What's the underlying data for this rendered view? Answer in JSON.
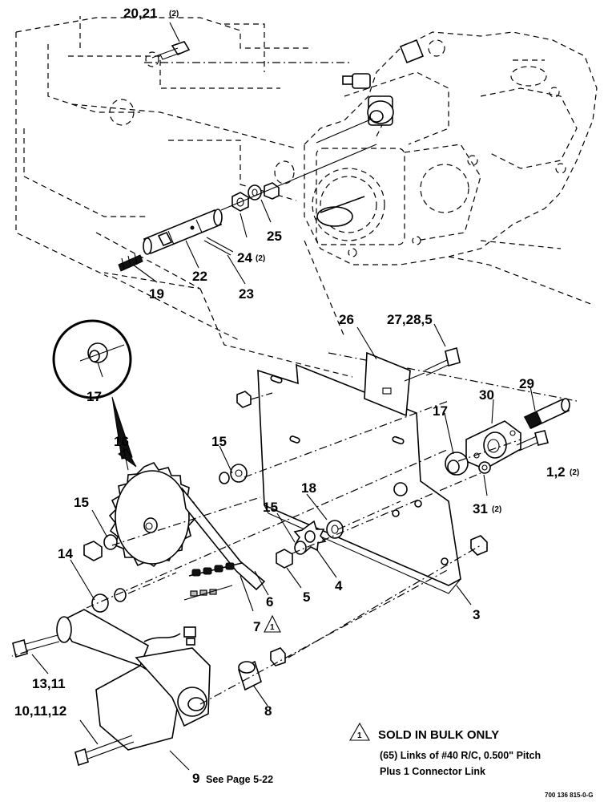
{
  "labels": {
    "l20_21": "20,21",
    "l20_21_qty": "(2)",
    "l25": "25",
    "l24": "24",
    "l24_qty": "(2)",
    "l19": "19",
    "l22": "22",
    "l23": "23",
    "l26": "26",
    "l27_28_5": "27,28,5",
    "l17a": "17",
    "l29": "29",
    "l30": "30",
    "l17b": "17",
    "l16": "16",
    "l15a": "15",
    "l1_2": "1,2",
    "l1_2_qty": "(2)",
    "l18": "18",
    "l15b": "15",
    "l15c": "15",
    "l31": "31",
    "l31_qty": "(2)",
    "l14": "14",
    "l5": "5",
    "l4": "4",
    "l6": "6",
    "l7": "7",
    "l7_mark": "1",
    "l3": "3",
    "l13_11": "13,11",
    "l8": "8",
    "l10_11_12": "10,11,12",
    "l9": "9",
    "l9_ref": "See Page 5-22"
  },
  "note": {
    "mark": "1",
    "title": "SOLD IN BULK ONLY",
    "line1": "(65) Links of #40 R/C, 0.500\" Pitch",
    "line2": "Plus 1 Connector Link"
  },
  "drawing_code": "700 136 815-0-G"
}
